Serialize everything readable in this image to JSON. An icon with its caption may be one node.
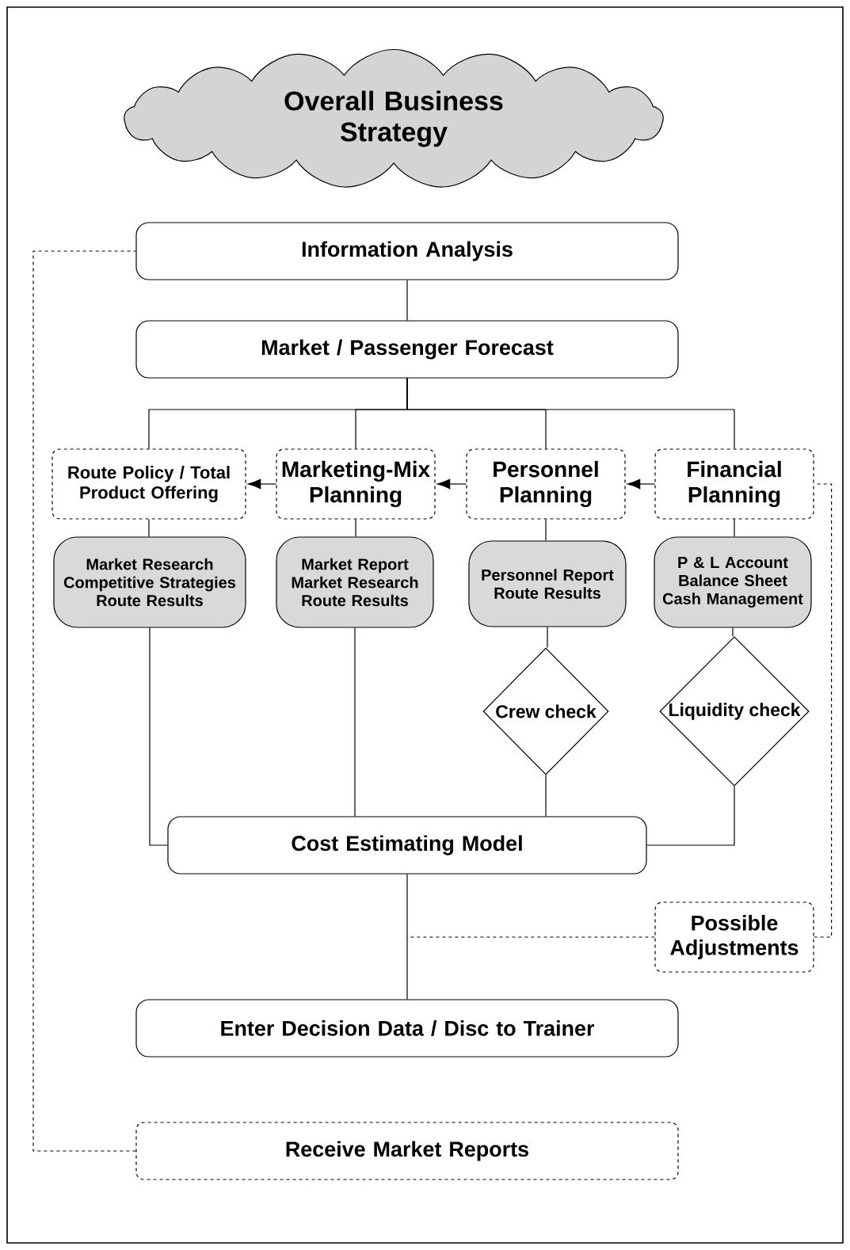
{
  "diagram": {
    "nodes": [
      {
        "text": [
          "Overall Business Strategy"
        ]
      },
      {
        "text": [
          "Information Analysis"
        ]
      },
      {
        "text": [
          "Market / Passenger Forecast"
        ]
      },
      {
        "text": [
          "Route Policy / Total Product Offering"
        ]
      },
      {
        "text": [
          "Marketing-Mix Planning"
        ]
      },
      {
        "text": [
          "Personnel Planning"
        ]
      },
      {
        "text": [
          "Financial Planning"
        ]
      },
      {
        "text": [
          "Market Research",
          "Competitive Strategies",
          "Route Results"
        ]
      },
      {
        "text": [
          "Market Report",
          "Market Research",
          "Route Results"
        ]
      },
      {
        "text": [
          "Personnel Report",
          "Route Results"
        ]
      },
      {
        "text": [
          "P & L Account",
          "Balance Sheet",
          "Cash Management"
        ]
      },
      {
        "text": [
          "Crew check"
        ]
      },
      {
        "text": [
          "Liquidity check"
        ]
      },
      {
        "text": [
          "Cost Estimating Model"
        ]
      },
      {
        "text": [
          "Possible Adjustments"
        ]
      },
      {
        "text": [
          "Enter Decision Data / Disc to Trainer"
        ]
      },
      {
        "text": [
          "Receive Market Reports"
        ]
      }
    ],
    "edges": [
      {
        "from": 1,
        "to": 2,
        "arrow": "none"
      },
      {
        "from": 2,
        "to": 3,
        "arrow": "none"
      },
      {
        "from": 2,
        "to": 4,
        "arrow": "none"
      },
      {
        "from": 2,
        "to": 5,
        "arrow": "none"
      },
      {
        "from": 2,
        "to": 6,
        "arrow": "none"
      },
      {
        "from": 6,
        "to": 5,
        "arrow": "to"
      },
      {
        "from": 5,
        "to": 4,
        "arrow": "to"
      },
      {
        "from": 4,
        "to": 3,
        "arrow": "to"
      },
      {
        "from": 3,
        "to": 7,
        "arrow": "none"
      },
      {
        "from": 4,
        "to": 8,
        "arrow": "none"
      },
      {
        "from": 5,
        "to": 9,
        "arrow": "none"
      },
      {
        "from": 6,
        "to": 10,
        "arrow": "none"
      },
      {
        "from": 9,
        "to": 11,
        "arrow": "none"
      },
      {
        "from": 10,
        "to": 12,
        "arrow": "none"
      },
      {
        "from": 7,
        "to": 13,
        "arrow": "none"
      },
      {
        "from": 8,
        "to": 13,
        "arrow": "none"
      },
      {
        "from": 11,
        "to": 13,
        "arrow": "none"
      },
      {
        "from": 12,
        "to": 13,
        "arrow": "none"
      },
      {
        "from": 13,
        "to": 15,
        "arrow": "none"
      },
      {
        "from": 14,
        "to": null,
        "arrow": "none",
        "style": "dashed"
      },
      {
        "from": 14,
        "to": 6,
        "arrow": "none",
        "style": "dashed"
      },
      {
        "from": 16,
        "to": 1,
        "arrow": "none",
        "style": "dashed"
      }
    ]
  }
}
